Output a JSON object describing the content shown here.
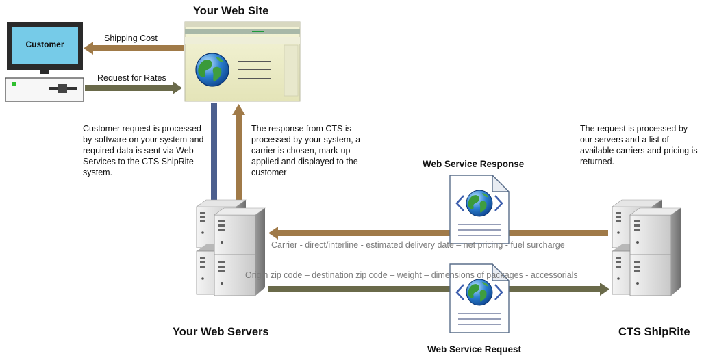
{
  "labels": {
    "website_title": "Your Web Site",
    "customer": "Customer",
    "shipping_cost": "Shipping  Cost",
    "request_for_rates": "Request for Rates",
    "web_servers_title": "Your Web Servers",
    "shiprite_title": "CTS ShipRite",
    "ws_response": "Web Service Response",
    "ws_request": "Web Service Request"
  },
  "notes": {
    "customer_request": "Customer request is processed by software on your system and  required data is sent via Web Services to the CTS ShipRite system.",
    "cts_response": "The response from CTS is processed by your system, a carrier is chosen, mark-up applied and displayed to the customer",
    "request_processed": "The request is processed by our servers and a list of available carriers and pricing is returned."
  },
  "flows": {
    "response_line": "Carrier  -  direct/interline  - estimated delivery date  – net pricing  - fuel surcharge",
    "request_line": "Origin zip code – destination zip code – weight – dimensions of packages  - accessorials"
  },
  "colors": {
    "arrow_brown": "#a07a48",
    "arrow_olive": "#6a6a4a",
    "arrow_blue": "#4c5f8e",
    "monitor_screen": "#76cbe8"
  }
}
